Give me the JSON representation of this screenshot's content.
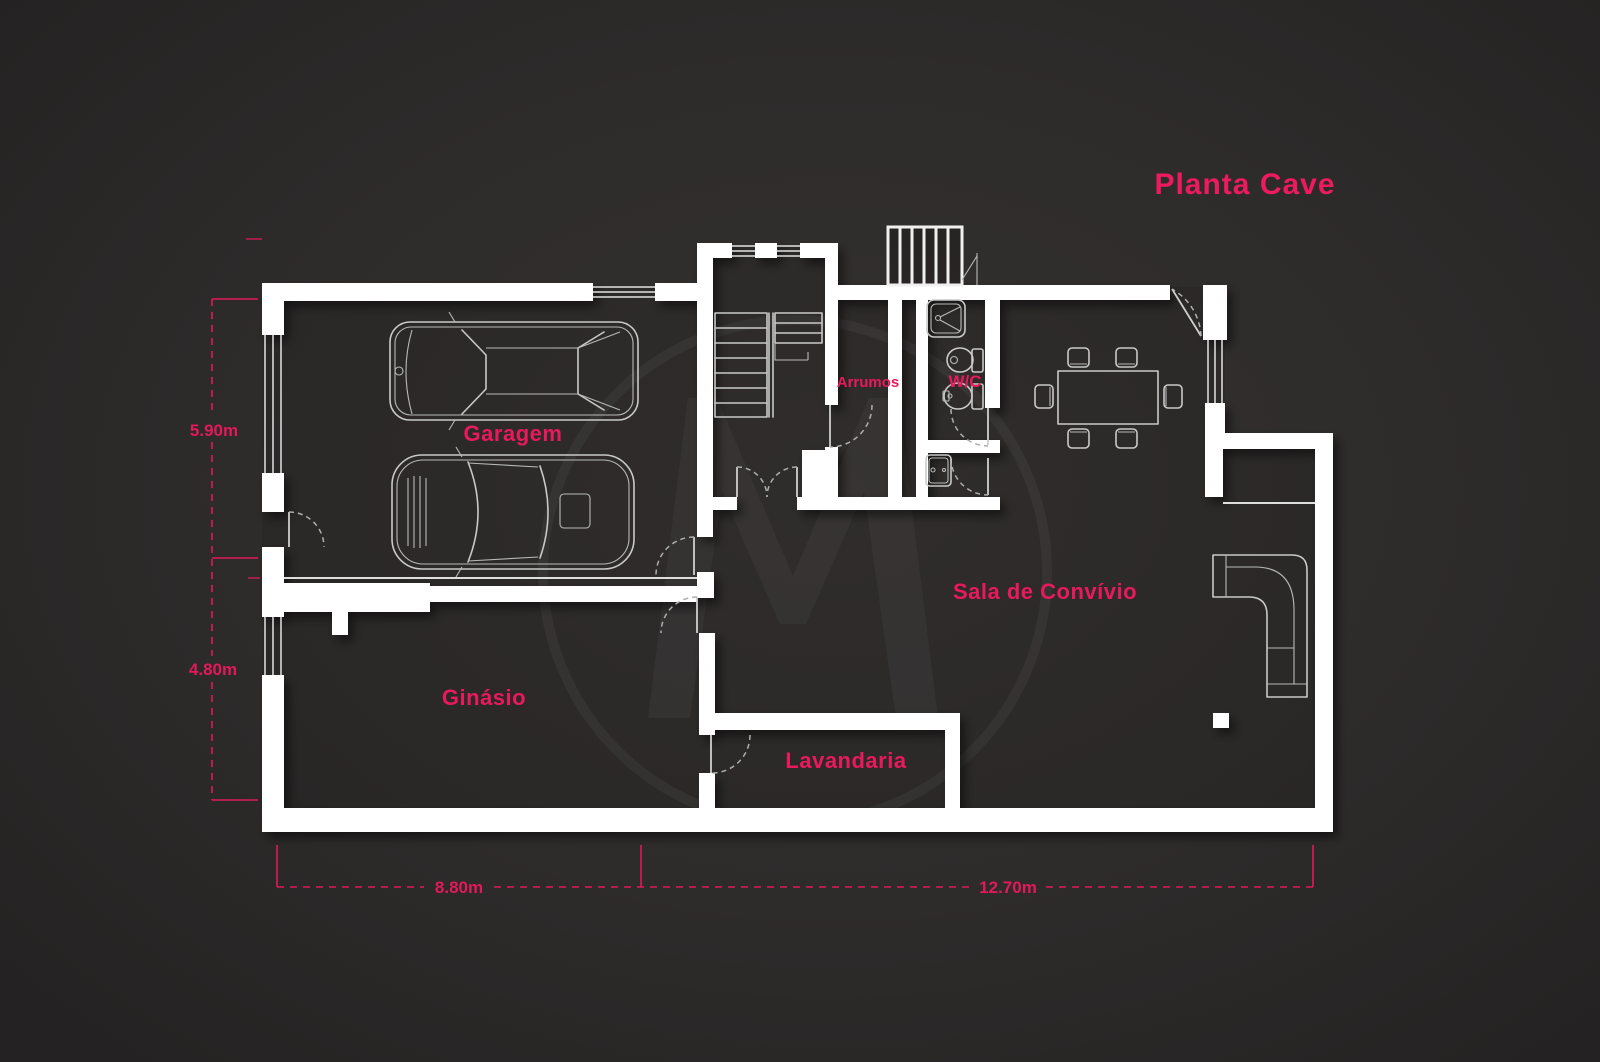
{
  "title": "Planta Cave",
  "rooms": {
    "garage": "Garagem",
    "gym": "Ginásio",
    "laundry": "Lavandaria",
    "living": "Sala de Convívio",
    "storage": "Arrumos",
    "wc": "W/C"
  },
  "dimensions": {
    "left_top": "5.90m",
    "left_bottom": "4.80m",
    "bottom_left": "8.80m",
    "bottom_right": "12.70m"
  },
  "watermark_letter": "M",
  "colors": {
    "accent": "#e81a5c",
    "wall": "#ffffff",
    "background": "#2e2c2c",
    "furniture_line": "#c9c9c9"
  }
}
